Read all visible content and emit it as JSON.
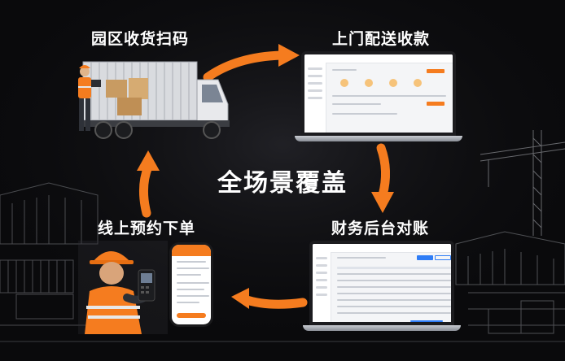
{
  "labels": {
    "top_left": "园区收货扫码",
    "top_right": "上门配送收款",
    "center": "全场景覆盖",
    "bottom_left": "线上预约下单",
    "bottom_right": "财务后台对账"
  },
  "colors": {
    "accent": "#f57c1f",
    "background": "#0a0a0c"
  },
  "icons": [
    "cycle-arrow-icon",
    "truck-illustration",
    "worker-illustration",
    "laptop-illustration",
    "phone-illustration"
  ]
}
